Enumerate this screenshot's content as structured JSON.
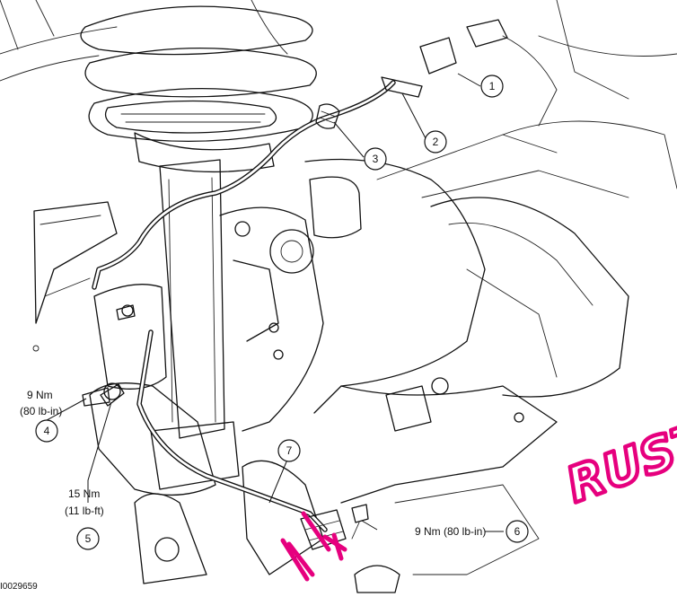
{
  "figure_id": "I0029659",
  "callouts": [
    {
      "number": "1"
    },
    {
      "number": "2"
    },
    {
      "number": "3"
    },
    {
      "number": "4",
      "torque_nm": "9 Nm",
      "torque_imperial": "(80 lb-in)"
    },
    {
      "number": "5",
      "torque_nm": "15 Nm",
      "torque_imperial": "(11 lb-ft)"
    },
    {
      "number": "6",
      "torque_inline": "9 Nm (80 lb-in)"
    },
    {
      "number": "7"
    }
  ],
  "annotation": {
    "text": "RUST",
    "color": "#e6007e"
  },
  "colors": {
    "line_art": "#111111",
    "background": "#ffffff",
    "annotation": "#e6007e"
  }
}
